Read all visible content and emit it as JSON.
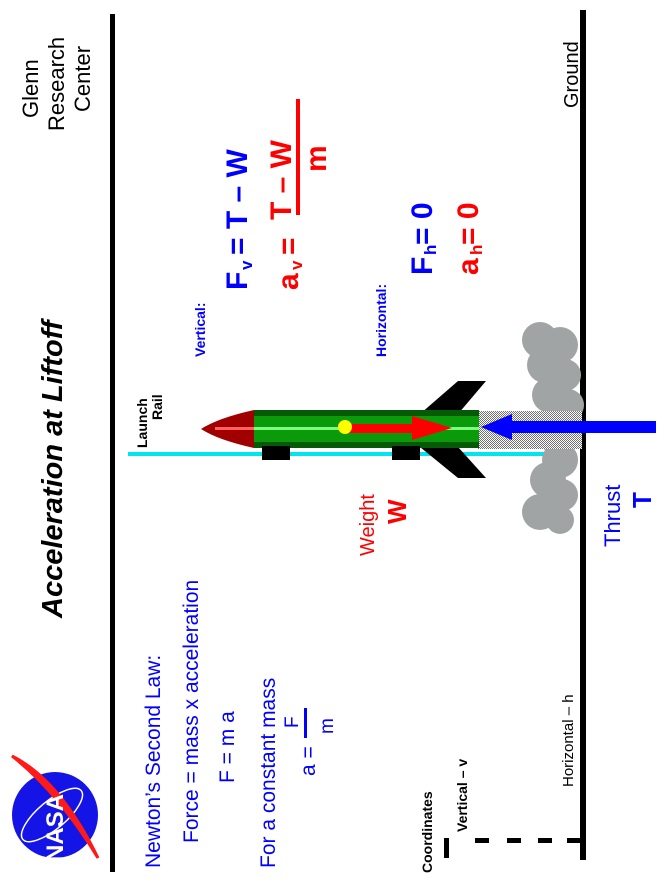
{
  "header": {
    "org_line1": "Glenn",
    "org_line2": "Research",
    "org_line3": "Center",
    "title": "Acceleration  at  Liftoff"
  },
  "newton": {
    "heading": "Newton’s  Second Law:",
    "line1": "Force = mass  x  acceleration",
    "line2": "F = m a",
    "line3": "For  a  constant mass",
    "frac_lhs": "a =",
    "frac_num": "F",
    "frac_den": "m"
  },
  "vertical": {
    "label": "Vertical:",
    "force_eq_lhs": "F",
    "force_eq_sub": "v",
    "force_eq_rhs": "=  T  –  W",
    "accel_eq_lhs": "a",
    "accel_eq_sub": "v",
    "accel_eq_eq": "=",
    "accel_eq_num": "T  –  W",
    "accel_eq_den": "m"
  },
  "horizontal": {
    "label": "Horizontal:",
    "force_eq_lhs": "F",
    "force_eq_sub": "h",
    "force_eq_rhs": "=  0",
    "accel_eq_lhs": "a",
    "accel_eq_sub": "h",
    "accel_eq_rhs": "=  0"
  },
  "labels": {
    "launch_rail_1": "Launch",
    "launch_rail_2": "Rail",
    "weight": "Weight",
    "weight_symbol": "W",
    "thrust": "Thrust",
    "thrust_symbol": "T",
    "ground": "Ground",
    "coordinates": "Coordinates",
    "vertical_axis": "Vertical – v",
    "horizontal_axis": "Horizontal – h"
  },
  "colors": {
    "blue": "#0000ff",
    "red": "#ff0000",
    "rail": "#00e5ee",
    "body_green": "#0a9a0a",
    "nose": "#a00000",
    "smoke": "#a0a4a4"
  }
}
